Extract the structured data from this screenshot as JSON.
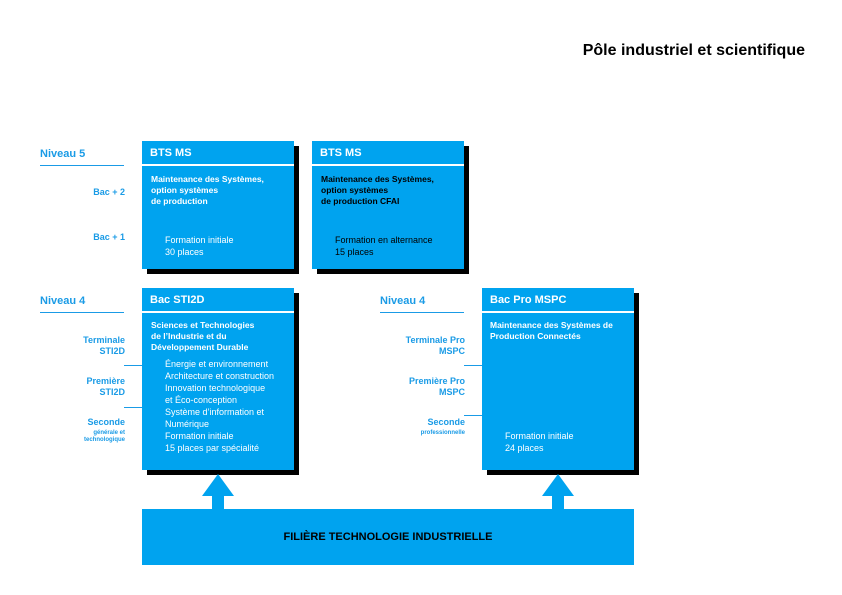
{
  "page_title": "Pôle industriel et scientifique",
  "levels": {
    "niveau5": "Niveau 5",
    "niveau4_left": "Niveau 4",
    "niveau4_right": "Niveau 4"
  },
  "side_labels": {
    "bac2": "Bac + 2",
    "bac1": "Bac + 1",
    "terminale_sti2d": [
      "Terminale",
      "STI2D"
    ],
    "premiere_sti2d": [
      "Première",
      "STI2D"
    ],
    "seconde_gt": "Seconde",
    "seconde_gt_sub": [
      "générale et",
      "technologique"
    ],
    "terminale_pro": [
      "Terminale Pro",
      "MSPC"
    ],
    "premiere_pro": [
      "Première Pro",
      "MSPC"
    ],
    "seconde_pro": "Seconde",
    "seconde_pro_sub": "professionnelle"
  },
  "boxes": {
    "bts_ms_1": {
      "header": "BTS MS",
      "title": [
        "Maintenance des Systèmes,",
        "option systèmes",
        "de production"
      ],
      "details": [
        "Formation initiale",
        "30 places"
      ]
    },
    "bts_ms_2": {
      "header": "BTS MS",
      "title": [
        "Maintenance des Systèmes,",
        "option systèmes",
        "de production CFAI"
      ],
      "details": [
        "Formation en alternance",
        "15 places"
      ]
    },
    "bac_sti2d": {
      "header": "Bac STI2D",
      "title": [
        "Sciences et Technologies",
        "de l’Industrie et du",
        "Développement Durable"
      ],
      "details": [
        "Énergie et environnement",
        "Architecture et construction",
        "Innovation technologique",
        "et Éco-conception",
        "Système d’information et",
        "Numérique",
        "Formation initiale",
        "15 places par spécialité"
      ]
    },
    "bac_pro_mspc": {
      "header": "Bac Pro MSPC",
      "title": [
        "Maintenance des Systèmes de",
        "Production Connectés"
      ],
      "details": [
        "Formation initiale",
        "24 places"
      ]
    }
  },
  "bottom_bar": "FILIÈRE TECHNOLOGIE INDUSTRIELLE",
  "colors": {
    "accent": "#00a3ef",
    "label_blue": "#1a9be6",
    "shadow": "#000000"
  }
}
